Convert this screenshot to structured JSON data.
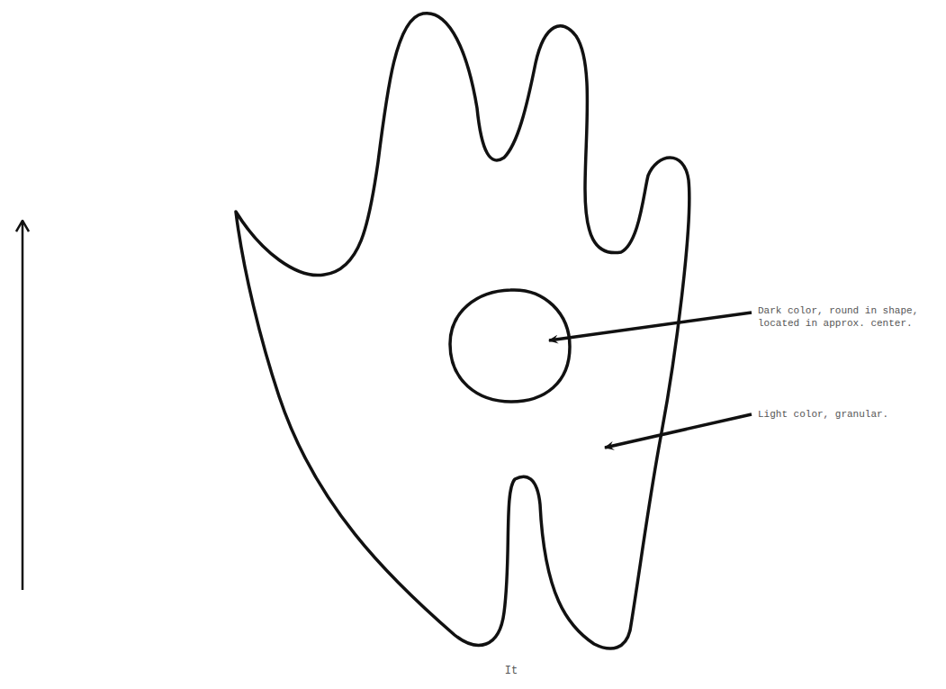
{
  "diagram": {
    "labels": [
      "Dark color, round in shape, located in approx. center.",
      "Light color, granular.",
      "It"
    ]
  }
}
